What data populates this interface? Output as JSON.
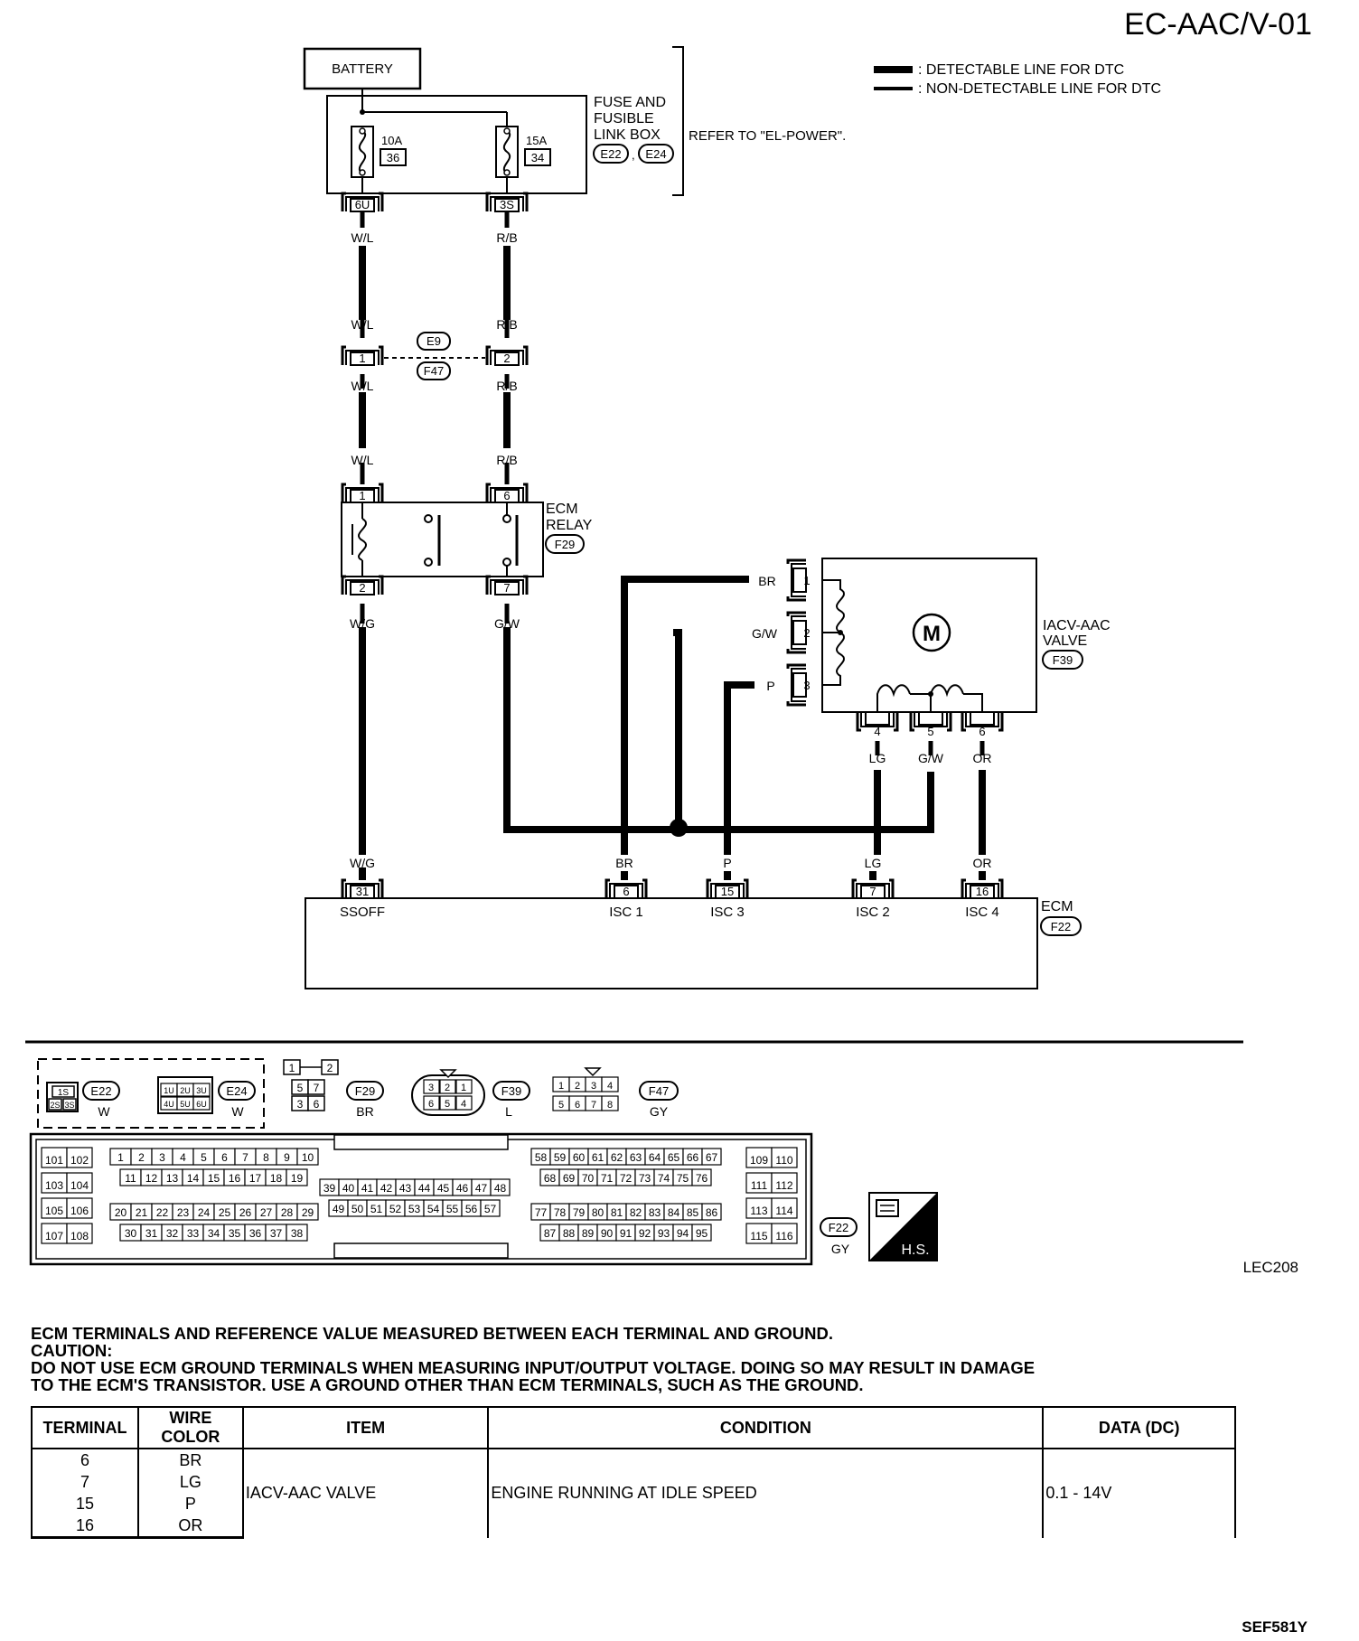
{
  "page_ref": "EC-AAC/V-01",
  "legend": {
    "detectable": ": DETECTABLE LINE FOR DTC",
    "non_detectable": ": NON-DETECTABLE LINE FOR DTC"
  },
  "battery": "BATTERY",
  "fuse_box": {
    "label_lines": [
      "FUSE AND",
      "FUSIBLE",
      "LINK BOX"
    ],
    "refs": [
      "E22",
      "E24"
    ],
    "refer_to": "REFER TO \"EL-POWER\".",
    "fuses": [
      {
        "amps": "10A",
        "number": "36",
        "terminal": "6U"
      },
      {
        "amps": "15A",
        "number": "34",
        "terminal": "3S"
      }
    ]
  },
  "wires": {
    "w_l": "W/L",
    "r_b": "R/B",
    "w_g": "W/G",
    "g_w": "G/W",
    "br": "BR",
    "p": "P",
    "lg": "LG",
    "or": "OR"
  },
  "joint_connector": {
    "left_pin": "1",
    "right_pin": "2",
    "refs": [
      "E9",
      "F47"
    ]
  },
  "ecm_relay": {
    "label_lines": [
      "ECM",
      "RELAY"
    ],
    "ref": "F29",
    "pins": [
      "1",
      "6",
      "2",
      "7"
    ]
  },
  "iacv_valve": {
    "label_lines": [
      "IACV-AAC",
      "VALVE"
    ],
    "ref": "F39",
    "motor": "M",
    "pins": [
      "1",
      "2",
      "3",
      "4",
      "5",
      "6"
    ]
  },
  "ecm": {
    "label": "ECM",
    "ref": "F22",
    "terminals": [
      {
        "pin": "31",
        "name": "SSOFF"
      },
      {
        "pin": "6",
        "name": "ISC 1"
      },
      {
        "pin": "15",
        "name": "ISC 3"
      },
      {
        "pin": "7",
        "name": "ISC 2"
      },
      {
        "pin": "16",
        "name": "ISC 4"
      }
    ]
  },
  "connectors": {
    "e22": {
      "ref": "E22",
      "color": "W",
      "pins": [
        "1S",
        "2S",
        "3S"
      ]
    },
    "e24": {
      "ref": "E24",
      "color": "W",
      "pins": [
        "1U",
        "2U",
        "3U",
        "4U",
        "5U",
        "6U"
      ]
    },
    "f29": {
      "ref": "F29",
      "color": "BR",
      "pins": [
        "1",
        "2",
        "5",
        "7",
        "3",
        "6"
      ]
    },
    "f39": {
      "ref": "F39",
      "color": "L",
      "pins": [
        "3",
        "2",
        "1",
        "6",
        "5",
        "4"
      ]
    },
    "f47": {
      "ref": "F47",
      "color": "GY",
      "pins": [
        "1",
        "2",
        "3",
        "4",
        "5",
        "6",
        "7",
        "8"
      ]
    },
    "f22": {
      "ref": "F22",
      "color": "GY"
    }
  },
  "hs_badge": "H.S.",
  "figure_code_1": "LEC208",
  "notes": {
    "line1": "ECM TERMINALS AND REFERENCE VALUE MEASURED BETWEEN EACH TERMINAL AND GROUND.",
    "line2": "CAUTION:",
    "line3": "DO NOT USE ECM GROUND TERMINALS WHEN MEASURING INPUT/OUTPUT VOLTAGE. DOING SO MAY RESULT IN DAMAGE",
    "line4": "TO THE ECM'S TRANSISTOR. USE A GROUND OTHER THAN ECM TERMINALS, SUCH AS THE GROUND."
  },
  "table": {
    "headers": [
      "TERMINAL",
      "WIRE COLOR",
      "ITEM",
      "CONDITION",
      "DATA (DC)"
    ],
    "rows": [
      {
        "terminal": "6",
        "wire": "BR"
      },
      {
        "terminal": "7",
        "wire": "LG"
      },
      {
        "terminal": "15",
        "wire": "P"
      },
      {
        "terminal": "16",
        "wire": "OR"
      }
    ],
    "item": "IACV-AAC VALVE",
    "condition": "ENGINE RUNNING AT IDLE SPEED",
    "data": "0.1 - 14V"
  },
  "figure_code_2": "SEF581Y"
}
